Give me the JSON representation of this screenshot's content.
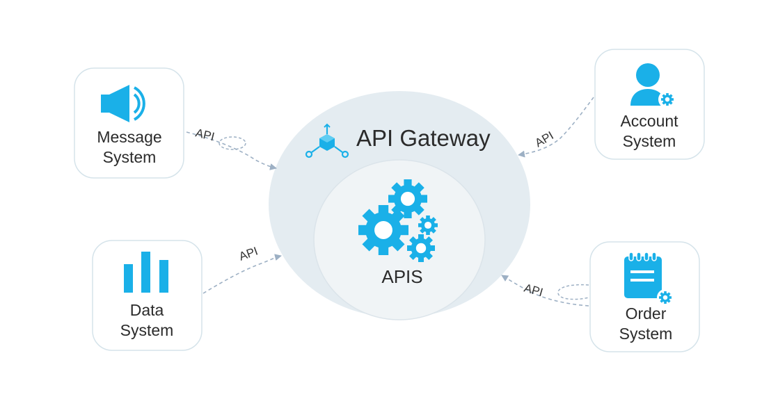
{
  "gateway": {
    "title": "API Gateway",
    "inner_label": "APIS"
  },
  "systems": {
    "message": {
      "line1": "Message",
      "line2": "System"
    },
    "account": {
      "line1": "Account",
      "line2": "System"
    },
    "data": {
      "line1": "Data",
      "line2": "System"
    },
    "order": {
      "line1": "Order",
      "line2": "System"
    }
  },
  "connections": {
    "message_label": "API",
    "account_label": "API",
    "data_label": "API",
    "order_label": "API"
  },
  "colors": {
    "accent": "#1ab0e8",
    "gateway_fill": "#e4ecf1",
    "inner_fill": "#f0f4f6",
    "card_border": "#d5e3ea",
    "arrow": "#9db0c4"
  },
  "icons": {
    "message": "speaker-icon",
    "account": "user-settings-icon",
    "data": "bar-chart-icon",
    "order": "clipboard-settings-icon",
    "gateway": "network-cube-icon",
    "apis": "gears-icon"
  }
}
